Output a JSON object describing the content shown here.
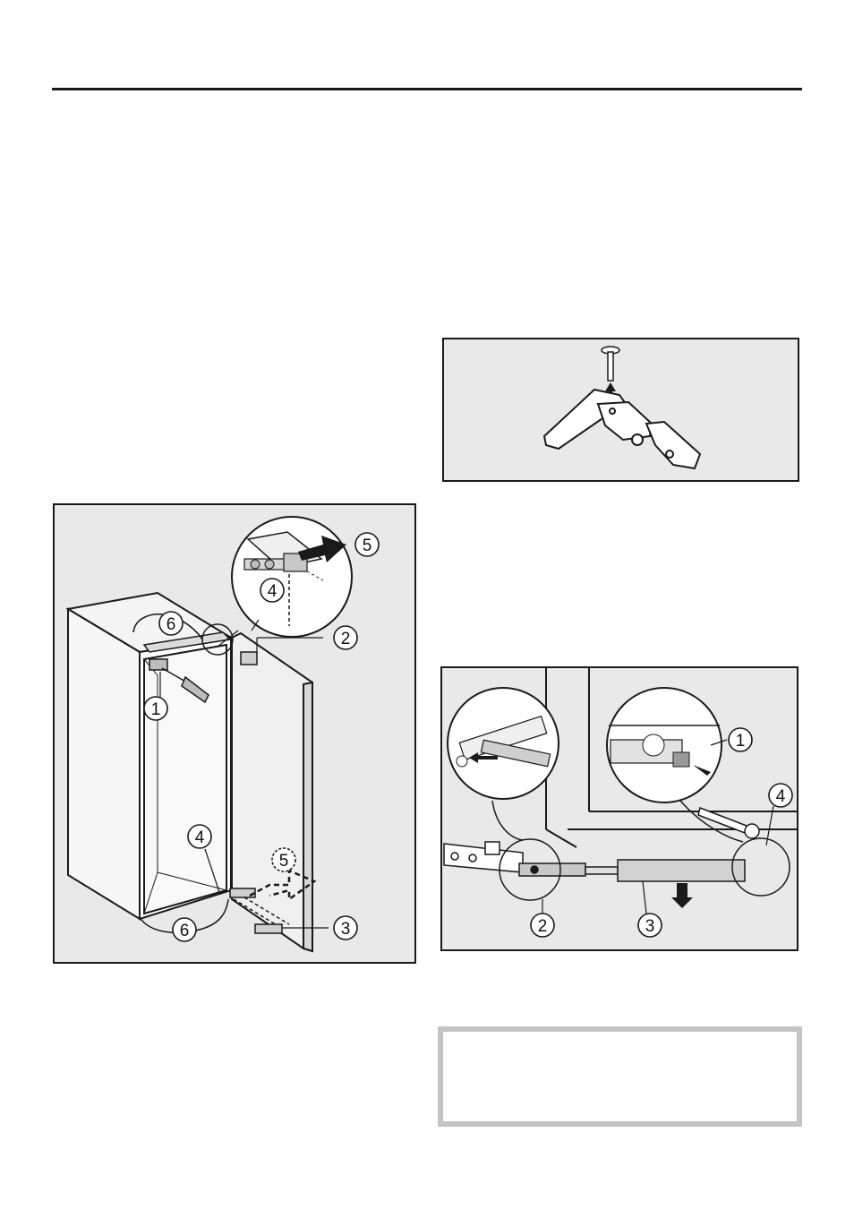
{
  "page": {
    "header_rule": true,
    "note_box_border_color": "#c4c4c4",
    "figure_background": "#e9e9e9"
  },
  "figure_cabinet_door": {
    "callouts": [
      "1",
      "2",
      "3",
      "4",
      "5",
      "6",
      "4",
      "5",
      "6"
    ]
  },
  "figure_hinge_pin": {
    "callouts": []
  },
  "figure_door_damper": {
    "callouts": [
      "1",
      "2",
      "3",
      "4"
    ]
  }
}
